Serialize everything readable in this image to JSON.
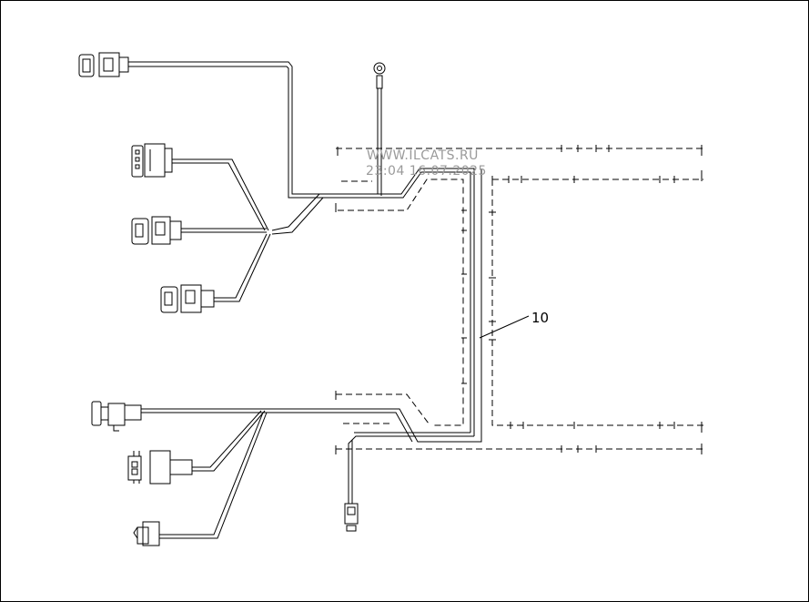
{
  "watermark": {
    "line1": "WWW.ILCATS.RU",
    "line2": "23:04 16.07.2025"
  },
  "callouts": [
    {
      "label": "10"
    }
  ],
  "colors": {
    "line": "#000000",
    "watermark": "#9a9a9a",
    "background": "#ffffff"
  }
}
